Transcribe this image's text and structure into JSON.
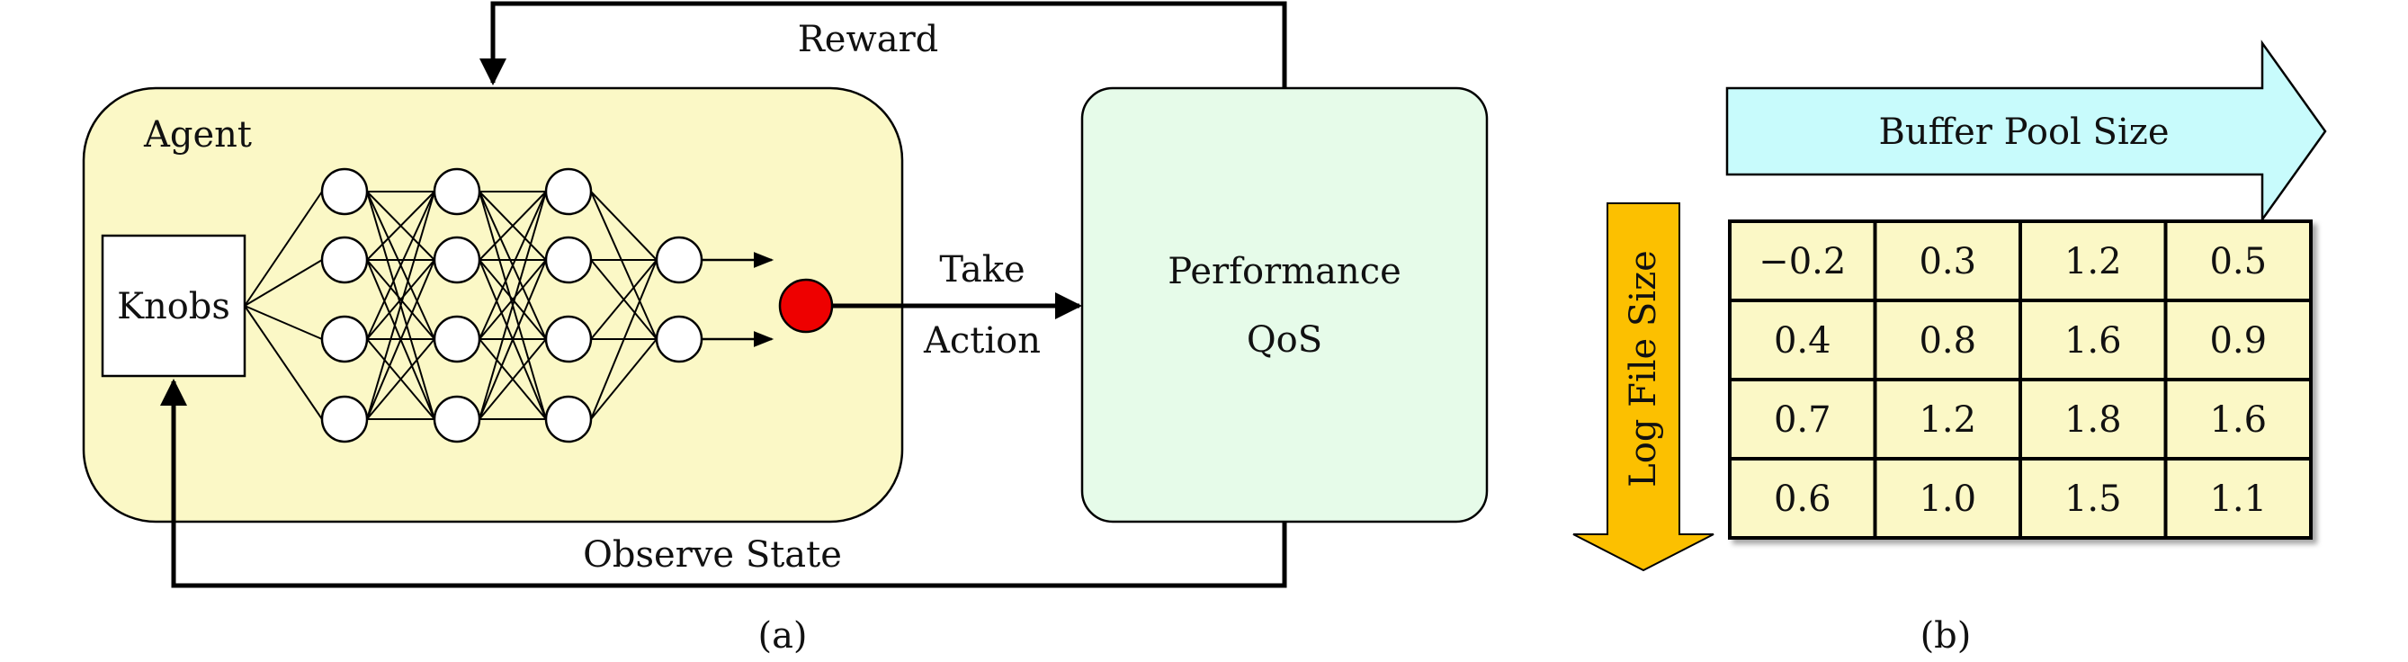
{
  "panel_a": {
    "caption": "(a)",
    "reward_label": "Reward",
    "agent_label": "Agent",
    "knobs_label": "Knobs",
    "take_label": "Take",
    "action_label": "Action",
    "performance_label": "Performance",
    "qos_label": "QoS",
    "observe_label": "Observe State",
    "network_layers": [
      4,
      4,
      4,
      2
    ],
    "colors": {
      "agent_fill": "#fbf8c6",
      "env_fill": "#e6fbe9",
      "action_node": "#ee0000"
    }
  },
  "panel_b": {
    "caption": "(b)",
    "buffer_label": "Buffer Pool Size",
    "log_label": "Log File Size",
    "grid": [
      [
        "−0.2",
        "0.3",
        "1.2",
        "0.5"
      ],
      [
        "0.4",
        "0.8",
        "1.6",
        "0.9"
      ],
      [
        "0.7",
        "1.2",
        "1.8",
        "1.6"
      ],
      [
        "0.6",
        "1.0",
        "1.5",
        "1.1"
      ]
    ],
    "colors": {
      "buffer_arrow": "#c8fbfc",
      "log_arrow": "#fcc000",
      "cell_fill": "#fbf8c6"
    }
  }
}
